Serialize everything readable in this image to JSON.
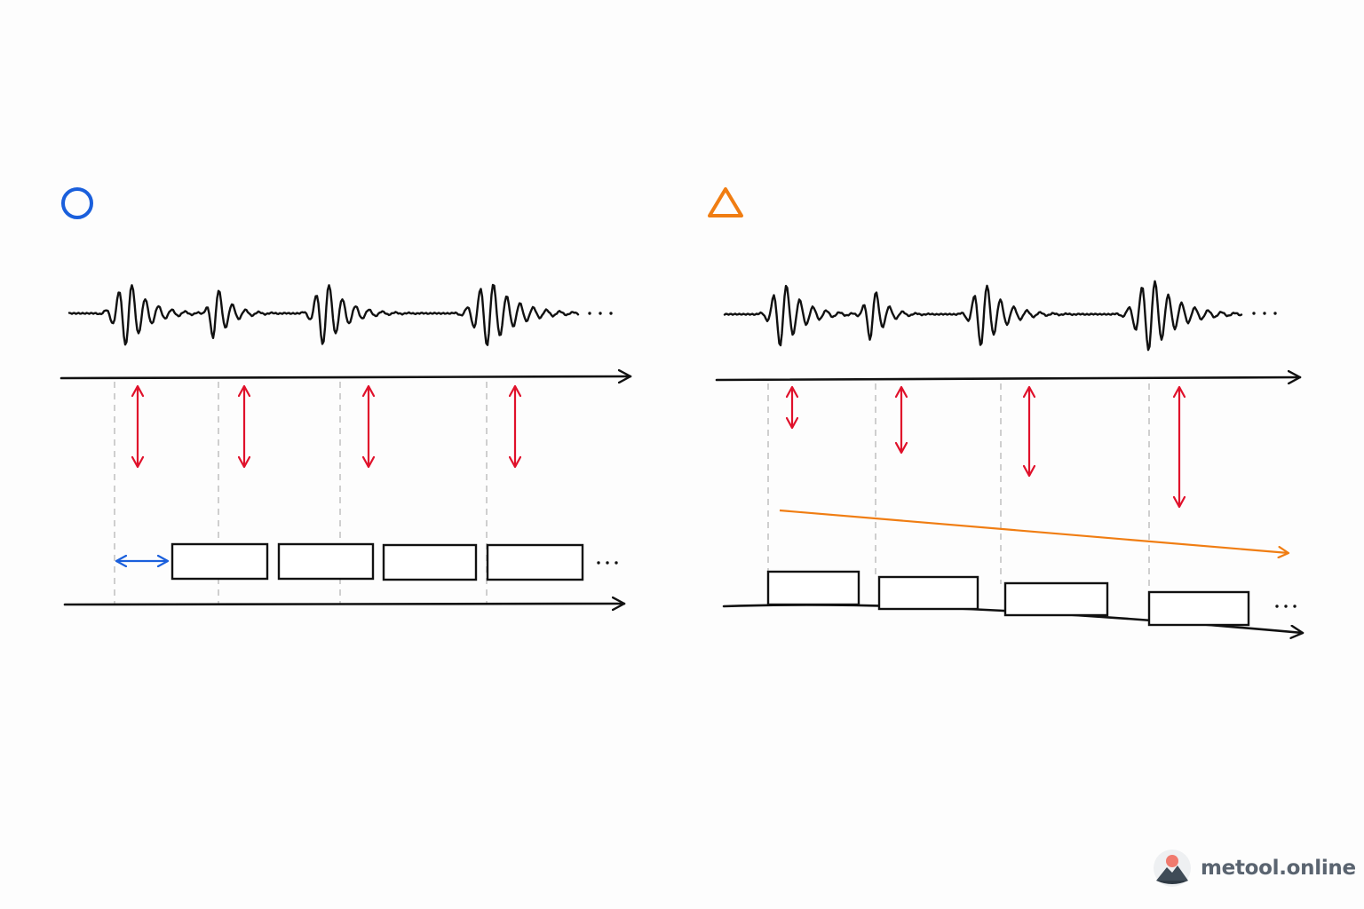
{
  "colors": {
    "ink": "#111111",
    "guide": "#c4c4c4",
    "red_arrow": "#e0112b",
    "blue_mark": "#1a5fdc",
    "orange_mark": "#f07d12",
    "watermark_text": "#5a6470"
  },
  "panels": [
    {
      "id": "left",
      "mark_icon": "circle-icon",
      "mark_color": "#1a5fdc",
      "peak_count": 4,
      "arrow_lengths": "constant",
      "timeline": "straight",
      "has_offset_arrow": true,
      "has_drift_arrow": false,
      "box_count": 4,
      "continues": true
    },
    {
      "id": "right",
      "mark_icon": "triangle-icon",
      "mark_color": "#f07d12",
      "peak_count": 4,
      "arrow_lengths": "increasing",
      "timeline": "slanted",
      "has_offset_arrow": false,
      "has_drift_arrow": true,
      "box_count": 4,
      "continues": true
    }
  ],
  "watermark": {
    "text": "metool.online",
    "icon": "mountain-sun-logo-icon"
  }
}
